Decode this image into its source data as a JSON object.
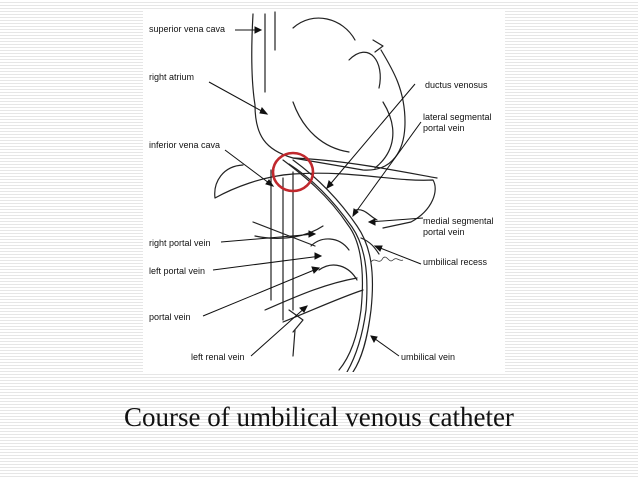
{
  "diagram": {
    "labels": {
      "superior_vena_cava": "superior vena cava",
      "right_atrium": "right atrium",
      "inferior_vena_cava": "inferior vena cava",
      "right_portal_vein": "right portal vein",
      "left_portal_vein": "left portal vein",
      "portal_vein": "portal vein",
      "left_renal_vein": "left renal vein",
      "ductus_venosus": "ductus venosus",
      "lateral_segmental_portal_vein_1": "lateral segmental",
      "lateral_segmental_portal_vein_2": "portal vein",
      "medial_segmental_portal_vein_1": "medial segmental",
      "medial_segmental_portal_vein_2": "portal vein",
      "umbilical_recess": "umbilical recess",
      "umbilical_vein": "umbilical vein"
    },
    "highlight_color": "#c0282d"
  },
  "caption": "Course of umbilical venous catheter"
}
